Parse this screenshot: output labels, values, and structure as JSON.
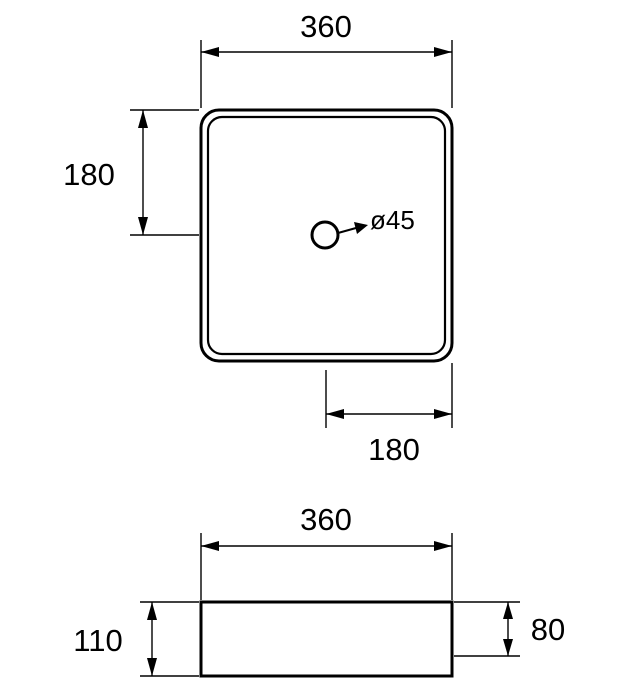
{
  "top_view": {
    "width_label": "360",
    "half_depth_label": "180",
    "half_width_label": "180",
    "drain_label": "ø45"
  },
  "side_view": {
    "width_label": "360",
    "total_height_label": "110",
    "inner_depth_label": "80"
  }
}
